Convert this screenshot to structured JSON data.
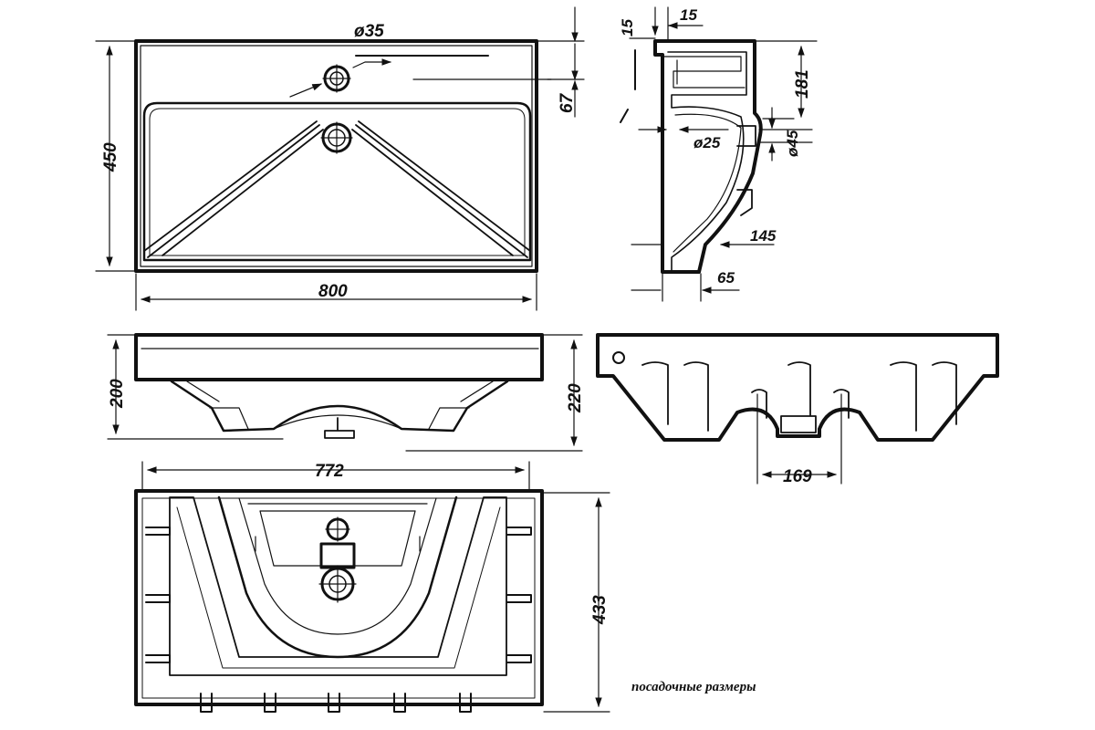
{
  "dimensions": {
    "width_top": "800",
    "depth_top": "450",
    "hole_diameter": "ø35",
    "hole_offset": "67",
    "rim_thickness_a": "15",
    "rim_thickness_b": "15",
    "side_height": "181",
    "drain_diameter": "ø25",
    "drain_offset": "ø45",
    "side_depth_a": "145",
    "side_depth_b": "65",
    "front_height_left": "200",
    "front_height_right": "220",
    "back_spacing": "169",
    "bottom_width": "772",
    "bottom_depth": "433"
  },
  "caption": "посадочные размеры"
}
